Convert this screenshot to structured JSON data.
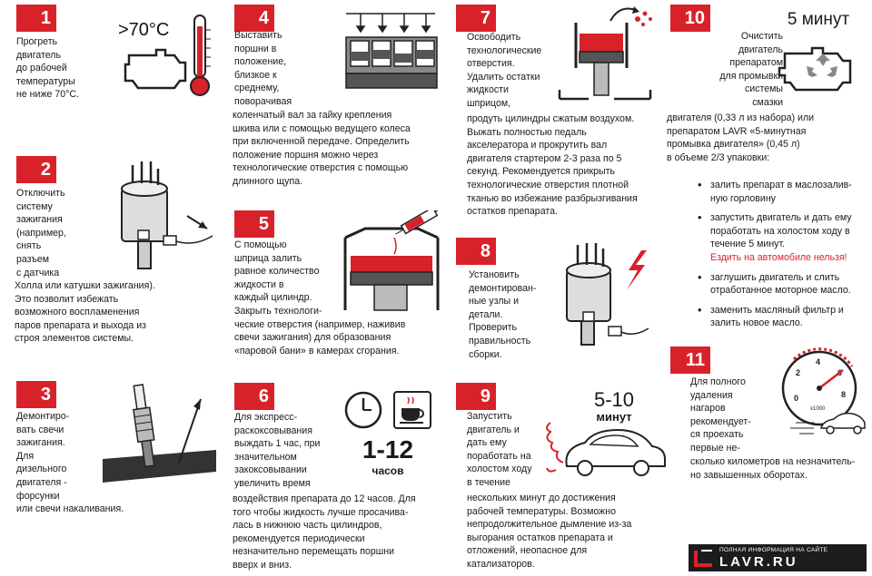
{
  "steps": [
    {
      "num": "1",
      "text": "Прогреть\nдвигатель\nдо рабочей\nтемпературы\nне ниже 70°С.",
      "label": ">70°С"
    },
    {
      "num": "2",
      "text": "Отключить\nсистему\nзажигания\n(например,\nснять\nразъем\nс датчика",
      "text2": "Холла или катушки зажигания).\nЭто позволит избежать\nвозможного воспламенения\nпаров препарата и выхода из\nстроя элементов системы."
    },
    {
      "num": "3",
      "text": "Демонтиро-\nвать свечи\nзажигания.\nДля\nдизельного\nдвигателя -\nфорсунки\nили свечи накаливания."
    },
    {
      "num": "4",
      "text": "Выставить\nпоршни в\nположение,\nблизкое к\nсреднему,\nповорачивая",
      "text2": "коленчатый вал за гайку крепления\nшкива или с помощью ведущего колеса\nпри включенной передаче. Определить\nположение поршня можно через\nтехнологические отверстия с помощью\nдлинного щупа."
    },
    {
      "num": "5",
      "text": "С помощью\nшприца залить\nравное количество\nжидкости в\nкаждый цилиндр.\nЗакрыть технологи-\nческие отверстия (например, наживив\nсвечи зажигания) для образования\n«паровой бани» в камерах сгорания."
    },
    {
      "num": "6",
      "text": "Для экспресс-\nраскоксовывания\nвыждать  1 час, при\nзначительном\nзакоксовывании\nувеличить время",
      "text2": "воздействия препарата до 12 часов. Для\nтого чтобы жидкость лучше просачива-\nлась в нижнюю часть цилиндров,\nрекомендуется периодически\nнезначительно перемещать поршни\nвверх и вниз.",
      "time": "1-12",
      "unit": "часов"
    },
    {
      "num": "7",
      "text": "Освободить\nтехнологические\nотверстия.\nУдалить остатки\nжидкости\nшприцом,",
      "text2": "продуть цилиндры сжатым воздухом.\nВыжать полностью педаль\nакселератора и прокрутить вал\nдвигателя стартером 2-3 раза по 5\nсекунд. Рекомендуется прикрыть\nтехнологические отверстия плотной\nтканью во избежание разбрызгивания\nостатков препарата."
    },
    {
      "num": "8",
      "text": "Установить\nдемонтирован-\nные узлы и\nдетали.\nПроверить\nправильность\nсборки."
    },
    {
      "num": "9",
      "text": "Запустить\nдвигатель и\nдать ему\nпоработать на\nхолостом ходу\nв течение",
      "text2": "нескольких минут до достижения\nрабочей температуры. Возможно\nнепродолжительное дымление из-за\nвыгорания остатков препарата и\nотложений, неопасное для\nкатализаторов.",
      "time": "5-10",
      "unit": "минут"
    },
    {
      "num": "10",
      "text": "Очистить\nдвигатель\nпрепаратом\nдля промывки\nсистемы\nсмазки",
      "text2": "двигателя (0,33 л из набора) или\nпрепаратом LAVR «5-минутная\nпромывка двигателя» (0,45 л)\nв объеме 2/3 упаковки:",
      "label": "5 минут",
      "bullets": [
        "залить препарат в маслозалив-\nную горловину",
        "запустить двигатель и дать ему\nпоработать на холостом ходу в\nтечение 5 минут.",
        "заглушить двигатель и слить\nотработанное моторное масло.",
        "заменить масляный фильтр и\nзалить новое масло."
      ],
      "warning": "Ездить на автомобиле нельзя!"
    },
    {
      "num": "11",
      "text": "Для полного\nудаления\nнагаров\nрекомендует-\nся проехать\nпервые не-",
      "text2": "сколько километров на незначитель-\nно завышенных оборотах.",
      "gauge": [
        "2",
        "4",
        "6",
        "8",
        "0"
      ],
      "gauge_unit": "x1000"
    }
  ],
  "footer": {
    "small": "ПОЛНАЯ ИНФОРМАЦИЯ НА САЙТЕ",
    "big": "LAVR.RU"
  },
  "colors": {
    "accent": "#d8222a",
    "dark": "#1c1c1c"
  }
}
